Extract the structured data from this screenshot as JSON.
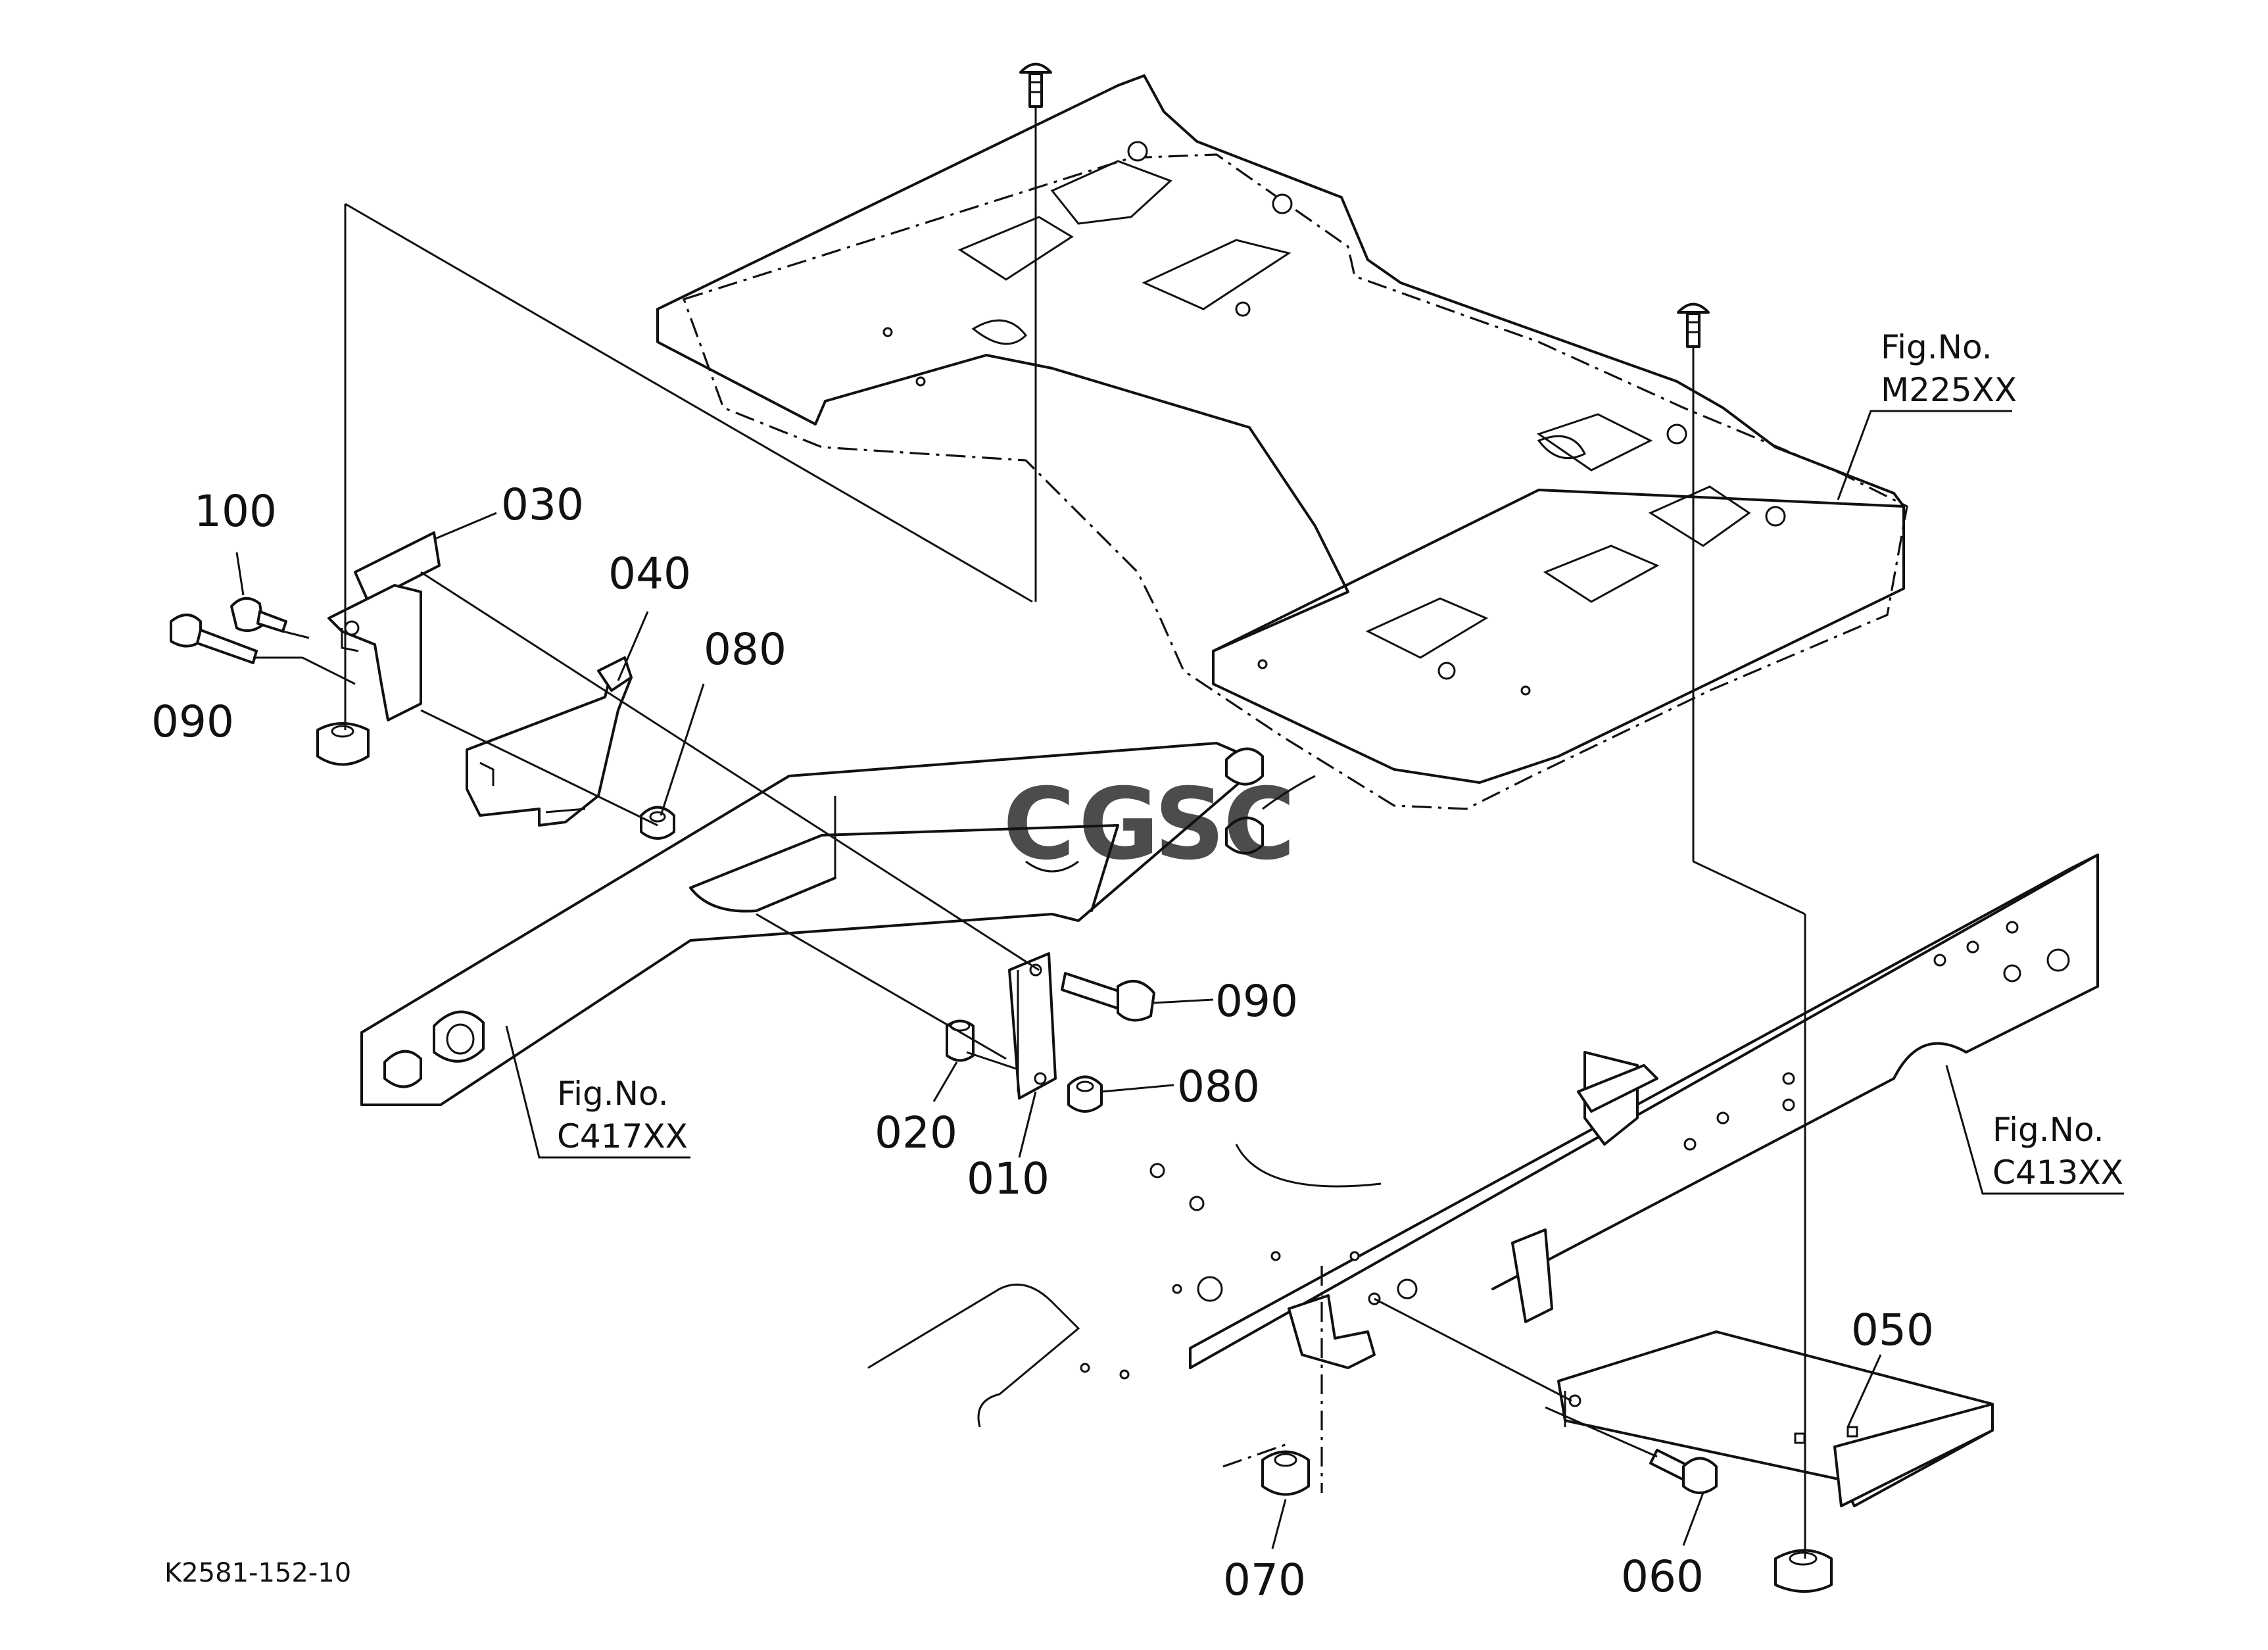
{
  "diagram": {
    "drawing_code": "K2581-152-10",
    "figure_refs": [
      {
        "id": "m225",
        "label1": "Fig.No.",
        "label2": "M225XX"
      },
      {
        "id": "c417",
        "label1": "Fig.No.",
        "label2": "C417XX"
      },
      {
        "id": "c413",
        "label1": "Fig.No.",
        "label2": "C413XX"
      }
    ],
    "callouts": [
      {
        "id": "c100",
        "number": "100"
      },
      {
        "id": "c030",
        "number": "030"
      },
      {
        "id": "c040",
        "number": "040"
      },
      {
        "id": "c080a",
        "number": "080"
      },
      {
        "id": "c090a",
        "number": "090"
      },
      {
        "id": "c090b",
        "number": "090"
      },
      {
        "id": "c080b",
        "number": "080"
      },
      {
        "id": "c020",
        "number": "020"
      },
      {
        "id": "c010",
        "number": "010"
      },
      {
        "id": "c050",
        "number": "050"
      },
      {
        "id": "c060",
        "number": "060"
      },
      {
        "id": "c070",
        "number": "070"
      }
    ],
    "watermark": {
      "letters": [
        "C",
        "G",
        "S",
        "C"
      ],
      "colors": [
        "#4285F4",
        "#EA4335",
        "#FBBC05",
        "#34A853"
      ]
    }
  }
}
